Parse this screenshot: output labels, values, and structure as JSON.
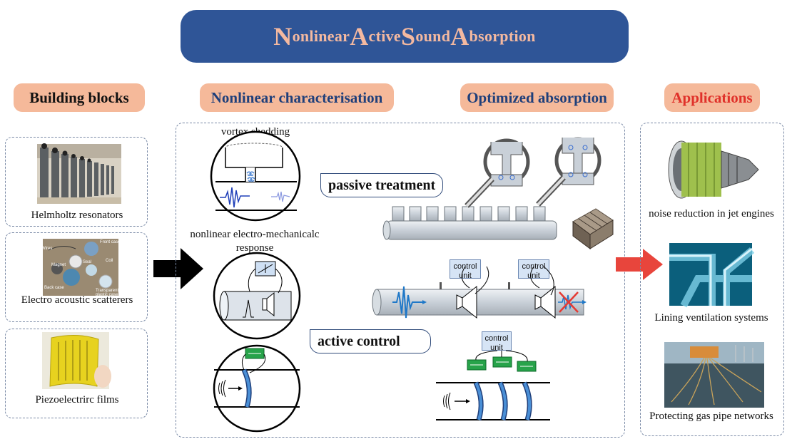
{
  "title": {
    "caps": [
      "N",
      "A",
      "S",
      "A"
    ],
    "rests": [
      "onlinear ",
      "ctive ",
      "ound ",
      "bsorption"
    ]
  },
  "headers": {
    "building_blocks": "Building blocks",
    "characterisation": "Nonlinear characterisation",
    "optimized": "Optimized absorption",
    "applications": "Applications"
  },
  "building_blocks": [
    {
      "caption": "Helmholtz resonators",
      "image": "helmholtz-resonators-photo"
    },
    {
      "caption": "Electro acoustic scatterers",
      "image": "electroacoustic-loudspeaker-photo",
      "photo_labels": [
        "Wires",
        "Front case",
        "Coil",
        "Seal",
        "Magnet",
        "Back case",
        "Transparent plastic case"
      ]
    },
    {
      "caption": "Piezoelectrirc films",
      "image": "piezo-film-photo"
    }
  ],
  "characterisation": {
    "vortex_label": "vortex shedding",
    "electro_label": "nonlinear electro-mechanicalc response"
  },
  "optimized": {
    "passive_label": "passive treatment",
    "active_label": "active control",
    "control_unit": "control unit"
  },
  "applications": [
    {
      "caption": "noise reduction in jet engines",
      "image": "jet-engine-photo"
    },
    {
      "caption": "Lining ventilation systems",
      "image": "ventilation-ducts-photo"
    },
    {
      "caption": "Protecting gas pipe networks",
      "image": "offshore-pipes-photo"
    }
  ],
  "colors": {
    "title_bg": "#2f5597",
    "title_text": "#f4b9a0",
    "header_bg": "#f5b99a",
    "header_blue": "#1f3f7a",
    "header_red": "#e0312a",
    "arrow_black": "#000000",
    "arrow_red": "#e8453c"
  }
}
